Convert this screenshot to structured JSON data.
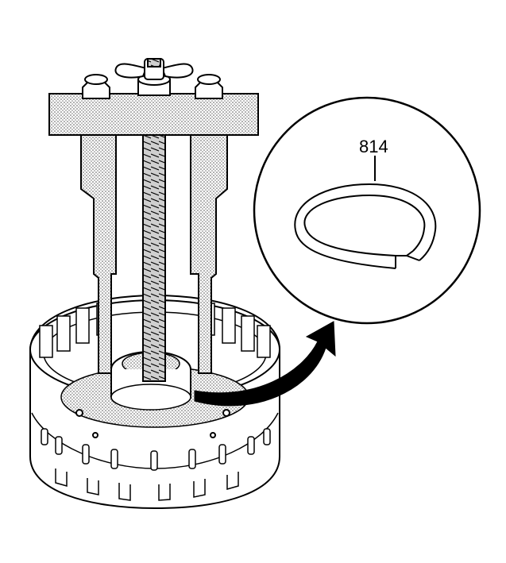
{
  "diagram": {
    "callout": {
      "label": "814"
    },
    "colors": {
      "line": "#000000",
      "fill": "#ffffff",
      "shade": "#9a9a9a",
      "arrow": "#000000"
    },
    "icons": [
      "spring-compressor-tool",
      "clutch-housing",
      "snap-ring",
      "magnifier-circle",
      "curved-arrow"
    ]
  }
}
